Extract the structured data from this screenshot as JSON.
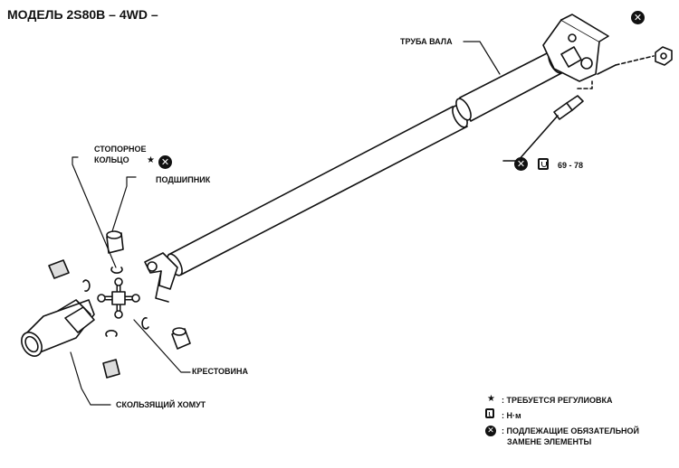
{
  "title": "МОДЕЛЬ 2S80B – 4WD –",
  "labels": {
    "shaft_tube": "ТРУБА ВАЛА",
    "snap_ring_line1": "СТОПОРНОЕ",
    "snap_ring_line2": "КОЛЬЦО",
    "bearing": "ПОДШИПНИК",
    "spider": "КРЕСТОВИНА",
    "slip_yoke": "СКОЛЬЗЯЩИЙ ХОМУТ",
    "torque_value": "69 - 78"
  },
  "legend": {
    "star_text": ": ТРЕБУЕТСЯ РЕГУЛИОВКА",
    "torque_text": ": Н·м",
    "replace_line1": ": ПОДЛЕЖАЩИЕ ОБЯЗАТЕЛЬНОЙ",
    "replace_line2": "ЗАМЕНЕ ЭЛЕМЕНТЫ"
  },
  "symbols": {
    "star": "★",
    "replace": "✕",
    "replace_icon": "x-circle-icon",
    "torque_icon": "torque-wrench-icon"
  }
}
